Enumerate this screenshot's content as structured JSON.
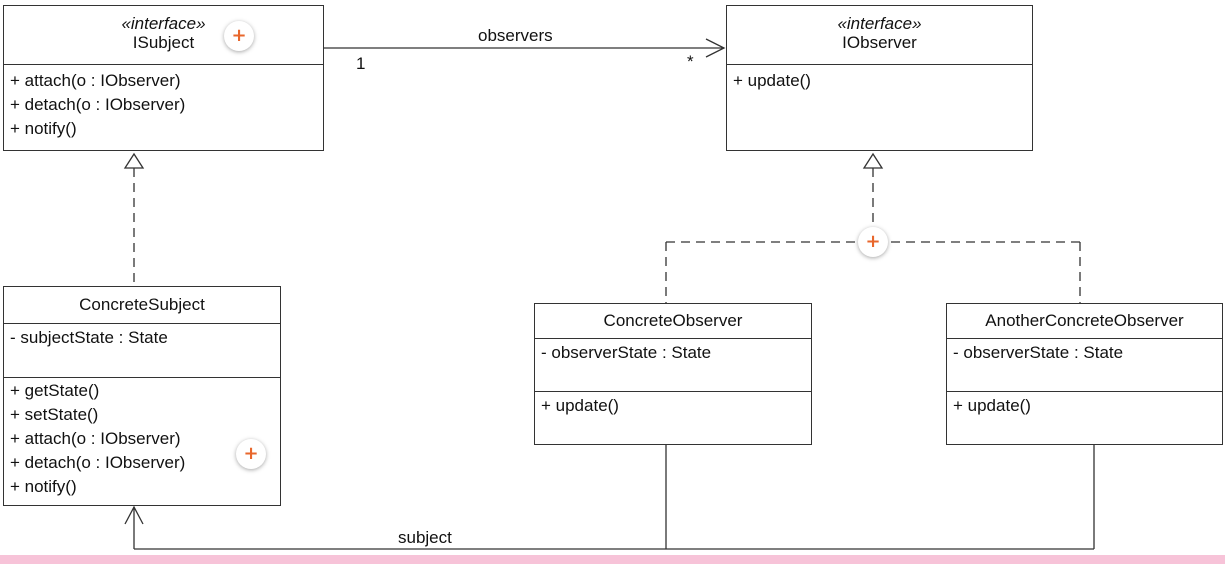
{
  "classes": {
    "isubject": {
      "stereotype": "«interface»",
      "name": "ISubject",
      "operations": [
        "+ attach(o : IObserver)",
        "+ detach(o : IObserver)",
        "+ notify()"
      ]
    },
    "iobserver": {
      "stereotype": "«interface»",
      "name": "IObserver",
      "operations": [
        "+ update()"
      ]
    },
    "concrete_subject": {
      "name": "ConcreteSubject",
      "attributes": [
        "- subjectState : State"
      ],
      "operations": [
        "+ getState()",
        "+ setState()",
        "+ attach(o : IObserver)",
        "+ detach(o : IObserver)",
        "+ notify()"
      ]
    },
    "concrete_observer": {
      "name": "ConcreteObserver",
      "attributes": [
        "- observerState : State"
      ],
      "operations": [
        "+ update()"
      ]
    },
    "another_concrete_observer": {
      "name": "AnotherConcreteObserver",
      "attributes": [
        "- observerState : State"
      ],
      "operations": [
        "+ update()"
      ]
    }
  },
  "associations": {
    "observers": {
      "label": "observers",
      "source_multiplicity": "1",
      "target_multiplicity": "*"
    },
    "subject": {
      "label": "subject"
    }
  },
  "badge_glyph": "+",
  "colors": {
    "line": "#333333",
    "badge_plus": "#e8672c",
    "bottom_bar": "#f7c3d8"
  }
}
